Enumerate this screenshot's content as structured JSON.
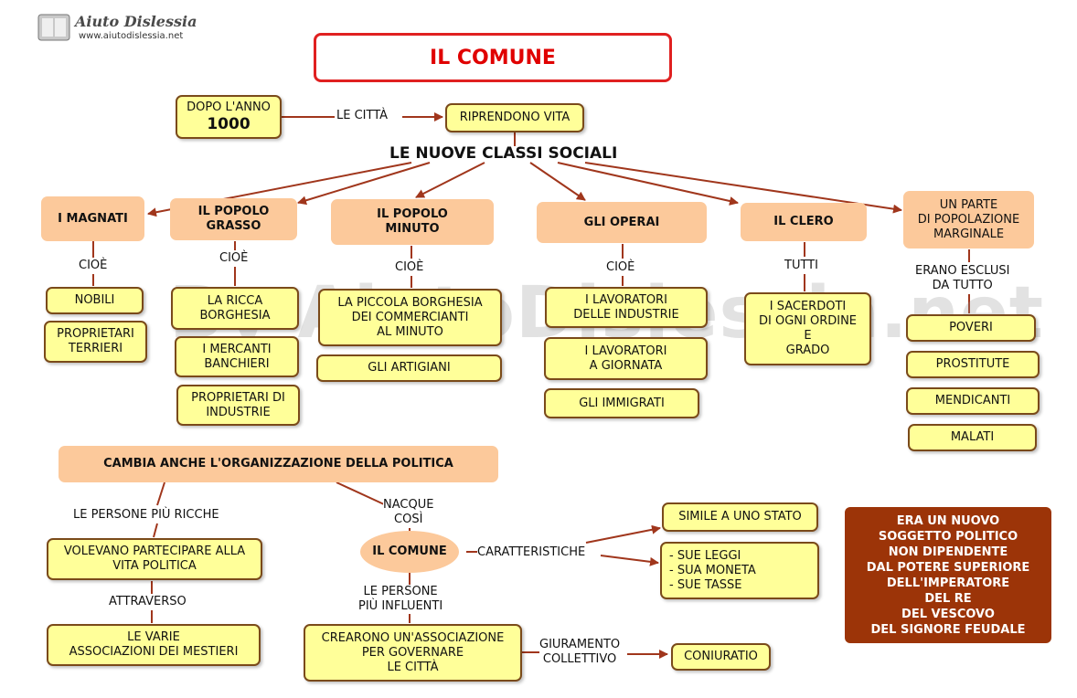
{
  "logo": {
    "name": "Aiuto Dislessia",
    "url": "www.aiutodislessia.net"
  },
  "watermark": "By AiutoDislessia.net",
  "title": "IL COMUNE",
  "top": {
    "dopo_l_anno": "DOPO L'ANNO",
    "year": "1000",
    "le_citta": "LE CITTÀ",
    "riprendono": "RIPRENDONO VITA"
  },
  "classi_title": "LE NUOVE CLASSI SOCIALI",
  "magnati": {
    "title": "I MAGNATI",
    "link": "CIOÈ",
    "items": [
      "NOBILI",
      "PROPRIETARI\nTERRIERI"
    ]
  },
  "popolo_grasso": {
    "title": "IL POPOLO\nGRASSO",
    "link": "CIOÈ",
    "items": [
      "LA RICCA\nBORGHESIA",
      "I MERCANTI\nBANCHIERI",
      "PROPRIETARI DI\nINDUSTRIE"
    ]
  },
  "popolo_minuto": {
    "title": "IL POPOLO\nMINUTO",
    "link": "CIOÈ",
    "items": [
      "LA PICCOLA BORGHESIA\nDEI COMMERCIANTI\nAL MINUTO",
      "GLI ARTIGIANI"
    ]
  },
  "operai": {
    "title": "GLI OPERAI",
    "link": "CIOÈ",
    "items": [
      "I LAVORATORI\nDELLE INDUSTRIE",
      "I LAVORATORI\nA GIORNATA",
      "GLI IMMIGRATI"
    ]
  },
  "clero": {
    "title": "IL CLERO",
    "link": "TUTTI",
    "items": [
      "I SACERDOTI\nDI OGNI ORDINE\nE\nGRADO"
    ]
  },
  "marginale": {
    "title": "UN PARTE\nDI POPOLAZIONE\nMARGINALE",
    "link": "ERANO ESCLUSI\nDA TUTTO",
    "items": [
      "POVERI",
      "PROSTITUTE",
      "MENDICANTI",
      "MALATI"
    ]
  },
  "politica": {
    "title": "CAMBIA ANCHE L'ORGANIZZAZIONE DELLA POLITICA",
    "ricche": "LE PERSONE PIÙ RICCHE",
    "volevano": "VOLEVANO PARTECIPARE ALLA\nVITA POLITICA",
    "attraverso": "ATTRAVERSO",
    "associazioni": "LE VARIE\nASSOCIAZIONI DEI MESTIERI",
    "nacque": "NACQUE\nCOSÌ",
    "comune": "IL COMUNE",
    "caratteristiche": "CARATTERISTICHE",
    "simile": "SIMILE A UNO STATO",
    "leggi": "- SUE  LEGGI\n- SUA MONETA\n- SUE  TASSE",
    "influenti": "LE PERSONE\nPIÙ INFLUENTI",
    "crearono": "CREARONO UN'ASSOCIAZIONE\nPER GOVERNARE\nLE CITTÀ",
    "giuramento": "GIURAMENTO\nCOLLETTIVO",
    "coniuratio": "CONIURATIO"
  },
  "nota": "ERA UN NUOVO\nSOGGETTO POLITICO\nNON DIPENDENTE\nDAL POTERE SUPERIORE\nDELL'IMPERATORE\nDEL RE\nDEL VESCOVO\nDEL SIGNORE FEUDALE",
  "colors": {
    "box_fill": "#ffff99",
    "box_border": "#7a4a1a",
    "category_fill": "#fcc99b",
    "arrow": "#a0361c",
    "title_red": "#e00000",
    "note_fill": "#9c3408"
  }
}
